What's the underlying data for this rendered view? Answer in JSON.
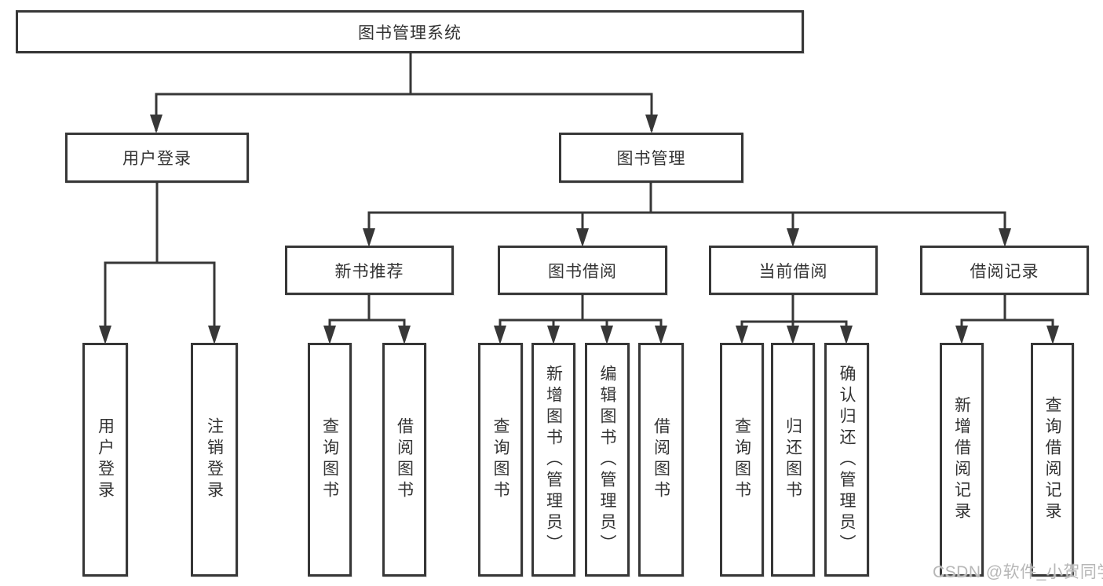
{
  "nodes": {
    "root": {
      "label": "图书管理系统"
    },
    "level2": [
      {
        "label": "用户登录"
      },
      {
        "label": "图书管理"
      }
    ],
    "level3": [
      {
        "label": "新书推荐"
      },
      {
        "label": "图书借阅"
      },
      {
        "label": "当前借阅"
      },
      {
        "label": "借阅记录"
      }
    ],
    "leaves_user_login": [
      {
        "label": "用户登录"
      },
      {
        "label": "注销登录"
      }
    ],
    "leaves_new_books": [
      {
        "label": "查询图书"
      },
      {
        "label": "借阅图书"
      }
    ],
    "leaves_book_borrow": [
      {
        "label": "查询图书"
      },
      {
        "label": "新增图书（管理员）"
      },
      {
        "label": "编辑图书（管理员）"
      },
      {
        "label": "借阅图书"
      }
    ],
    "leaves_current_borrow": [
      {
        "label": "查询图书"
      },
      {
        "label": "归还图书"
      },
      {
        "label": "确认归还（管理员）"
      }
    ],
    "leaves_borrow_records": [
      {
        "label": "新增借阅记录"
      },
      {
        "label": "查询借阅记录"
      }
    ]
  },
  "watermark": "CSDN @软件_小贺同学",
  "colors": {
    "line": "#373737",
    "text": "#333333",
    "background": "#ffffff",
    "watermark": "#b7b7b7"
  }
}
